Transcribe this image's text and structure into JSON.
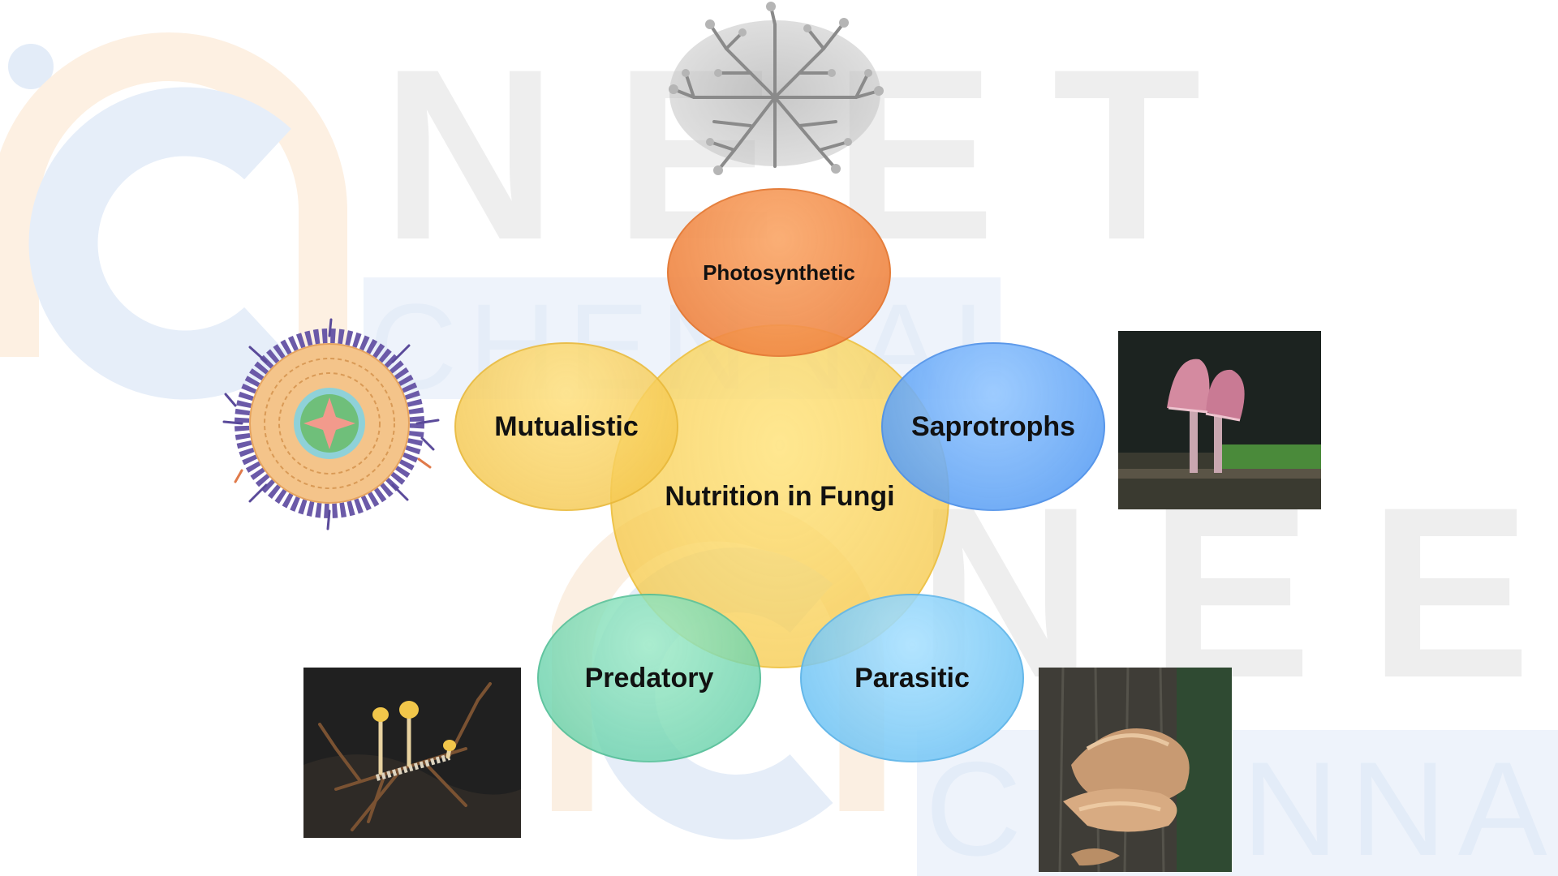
{
  "watermark": {
    "top_word": "NEET",
    "top_subword": "CHENNAI",
    "bottom_word": "NEET",
    "bottom_subword": "CHENNAI",
    "brand_colors": {
      "orange": "#f7b26a",
      "blue": "#8fb8ea",
      "gray": "#e6e6e6"
    }
  },
  "diagram": {
    "center": {
      "label": "Nutrition in Fungi",
      "color": "#f5c94a"
    },
    "nodes": [
      {
        "id": "photosynthetic",
        "label": "Photosynthetic",
        "color": "#ee8a45",
        "image": "lichen-illustration"
      },
      {
        "id": "mutualistic",
        "label": "Mutualistic",
        "color": "#f2c757",
        "image": "mycorrhiza-root-cross-section"
      },
      {
        "id": "saprotrophs",
        "label": "Saprotrophs",
        "color": "#5a9ff0",
        "image": "pink-mushrooms-photo"
      },
      {
        "id": "predatory",
        "label": "Predatory",
        "color": "#6fd0a8",
        "image": "cordyceps-insect-photo"
      },
      {
        "id": "parasitic",
        "label": "Parasitic",
        "color": "#74c2f0",
        "image": "bracket-fungus-on-tree-photo"
      }
    ]
  }
}
